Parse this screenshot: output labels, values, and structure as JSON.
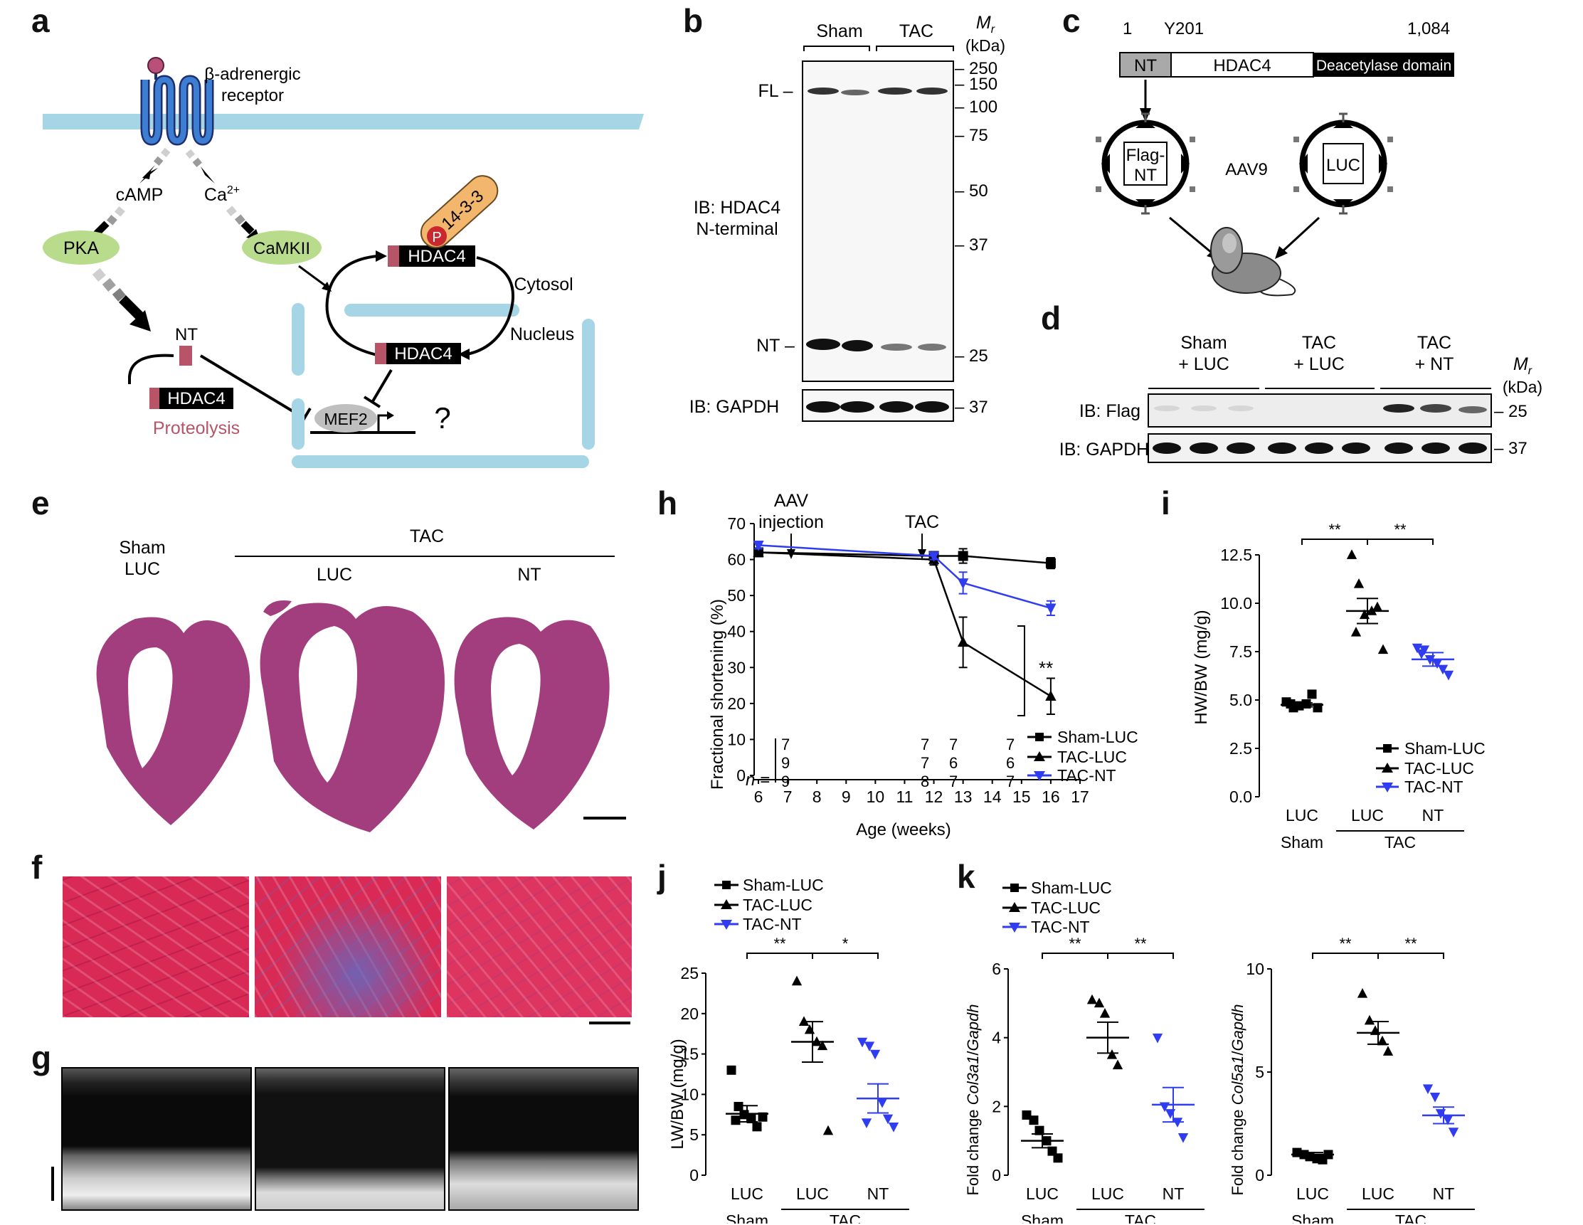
{
  "panel_labels": {
    "a": "a",
    "b": "b",
    "c": "c",
    "d": "d",
    "e": "e",
    "f": "f",
    "g": "g",
    "h": "h",
    "i": "i",
    "j": "j",
    "k": "k"
  },
  "colors": {
    "membrane": "#a6d6e6",
    "green": "#b8dc8c",
    "pink": "#b85468",
    "black": "#000000",
    "blue": "#2f3cf0",
    "orange": "#f2b66c",
    "red": "#c9282e",
    "stain_pink": "#d92a55",
    "heart": "#a33e7e"
  },
  "a": {
    "receptor": "β-adrenergic receptor",
    "receptor_line1": "β-adrenergic",
    "receptor_line2": "receptor",
    "camp": "cAMP",
    "ca": "Ca",
    "ca_sup": "2+",
    "pka": "PKA",
    "camkii": "CaMKII",
    "nt": "NT",
    "hdac4": "HDAC4",
    "proteolysis": "Proteolysis",
    "p": "P",
    "p1433": "14-3-3",
    "cytosol": "Cytosol",
    "nucleus": "Nucleus",
    "mef2": "MEF2",
    "question": "?"
  },
  "b": {
    "sham": "Sham",
    "tac": "TAC",
    "mr": "M",
    "mr_sub": "r",
    "kda": "(kDa)",
    "fl": "FL –",
    "nt": "NT –",
    "ib1": "IB: HDAC4",
    "ib1b": "N-terminal",
    "ib2": "IB: GAPDH",
    "markers": [
      "– 250",
      "– 150",
      "– 100",
      "– 75",
      "– 50",
      "– 37",
      "– 25"
    ],
    "gapdh_marker": "– 37"
  },
  "c": {
    "pos1": "1",
    "pos2": "Y201",
    "pos3": "1,084",
    "nt": "NT",
    "hdac4": "HDAC4",
    "domain": "Deacetylase domain",
    "flag1": "Flag-",
    "flag2": "NT",
    "luc": "LUC",
    "aav": "AAV9"
  },
  "d": {
    "g1a": "Sham",
    "g1b": "+ LUC",
    "g2a": "TAC",
    "g2b": "+ LUC",
    "g3a": "TAC",
    "g3b": "+ NT",
    "mr": "M",
    "mr_sub": "r",
    "kda": "(kDa)",
    "ib_flag": "IB: Flag",
    "ib_gapdh": "IB: GAPDH",
    "m25": "– 25",
    "m37": "– 37"
  },
  "e": {
    "sham1": "Sham",
    "sham2": "LUC",
    "tac": "TAC",
    "luc": "LUC",
    "nt": "NT"
  },
  "h": {
    "aav1": "AAV",
    "aav2": "injection",
    "tac": "TAC",
    "ylabel": "Fractional shortening (%)",
    "xlabel": "Age (weeks)",
    "n_label": "n =",
    "sig": "**",
    "n_rows": [
      [
        "7",
        "7",
        "7",
        "7"
      ],
      [
        "9",
        "7",
        "6",
        "6"
      ],
      [
        "9",
        "8",
        "7",
        "7"
      ]
    ],
    "legend": [
      "Sham-LUC",
      "TAC-LUC",
      "TAC-NT"
    ]
  },
  "i": {
    "ylabel": "HW/BW (mg/g)",
    "sig1": "**",
    "sig2": "**",
    "cats": [
      "LUC",
      "LUC",
      "NT"
    ],
    "group1": "Sham",
    "group2": "TAC",
    "legend": [
      "Sham-LUC",
      "TAC-LUC",
      "TAC-NT"
    ]
  },
  "j": {
    "ylabel": "LW/BW (mg/g)",
    "sig1": "**",
    "sig2": "*",
    "cats": [
      "LUC",
      "LUC",
      "NT"
    ],
    "group1": "Sham",
    "group2": "TAC",
    "legend": [
      "Sham-LUC",
      "TAC-LUC",
      "TAC-NT"
    ]
  },
  "k": {
    "ylabel1_pre": "Fold change ",
    "ylabel1_gene": "Col3a1",
    "ylabel1_sep": "/",
    "ylabel1_ref": "Gapdh",
    "ylabel2_pre": "Fold change ",
    "ylabel2_gene": "Col5a1",
    "ylabel2_sep": "/",
    "ylabel2_ref": "Gapdh",
    "sig": "**",
    "cats": [
      "LUC",
      "LUC",
      "NT"
    ],
    "group1": "Sham",
    "group2": "TAC",
    "legend": [
      "Sham-LUC",
      "TAC-LUC",
      "TAC-NT"
    ]
  },
  "chart_data": [
    {
      "type": "line",
      "panel": "h",
      "xlabel": "Age (weeks)",
      "ylabel": "Fractional shortening (%)",
      "xlim": [
        6,
        17
      ],
      "ylim": [
        0,
        70
      ],
      "xticks": [
        6,
        7,
        8,
        9,
        10,
        11,
        12,
        13,
        14,
        15,
        16,
        17
      ],
      "yticks": [
        0,
        10,
        20,
        30,
        40,
        50,
        60,
        70
      ],
      "series": [
        {
          "name": "Sham-LUC",
          "marker": "square",
          "color": "#000000",
          "x": [
            6,
            12,
            13,
            16
          ],
          "y": [
            62,
            61,
            61,
            59
          ],
          "err": [
            1,
            1,
            2,
            1.5
          ]
        },
        {
          "name": "TAC-LUC",
          "marker": "triangle",
          "color": "#000000",
          "x": [
            6,
            12,
            13,
            16
          ],
          "y": [
            62,
            60,
            37,
            22
          ],
          "err": [
            1,
            1.5,
            7,
            5
          ]
        },
        {
          "name": "TAC-NT",
          "marker": "triangle-down",
          "color": "#2f3cf0",
          "x": [
            6,
            12,
            13,
            16
          ],
          "y": [
            64,
            61,
            53.5,
            46.5
          ],
          "err": [
            1,
            1,
            3,
            2
          ]
        }
      ]
    },
    {
      "type": "scatter",
      "panel": "i",
      "ylabel": "HW/BW (mg/g)",
      "ylim": [
        0,
        12.5
      ],
      "yticks": [
        0,
        2.5,
        5.0,
        7.5,
        10.0,
        12.5
      ],
      "categories": [
        "Sham LUC",
        "TAC LUC",
        "TAC NT"
      ],
      "series": [
        {
          "name": "Sham-LUC",
          "values": [
            4.9,
            4.6,
            4.7,
            4.8,
            5.3,
            4.6,
            4.8
          ],
          "mean": 4.75,
          "sem": 0.1
        },
        {
          "name": "TAC-LUC",
          "values": [
            12.5,
            11.0,
            9.4,
            9.6,
            9.8,
            7.6,
            8.5
          ],
          "mean": 9.6,
          "sem": 0.65
        },
        {
          "name": "TAC-NT",
          "values": [
            7.7,
            7.6,
            7.1,
            6.9,
            6.6,
            6.3,
            7.4
          ],
          "mean": 7.1,
          "sem": 0.35
        }
      ]
    },
    {
      "type": "scatter",
      "panel": "j",
      "ylabel": "LW/BW (mg/g)",
      "ylim": [
        0,
        25
      ],
      "yticks": [
        0,
        5,
        10,
        15,
        20,
        25
      ],
      "categories": [
        "Sham LUC",
        "TAC LUC",
        "TAC NT"
      ],
      "series": [
        {
          "name": "Sham-LUC",
          "values": [
            13,
            8.5,
            7.5,
            7,
            6,
            7.2,
            6.8
          ],
          "mean": 7.6,
          "sem": 1.0
        },
        {
          "name": "TAC-LUC",
          "values": [
            24,
            19,
            18,
            16.5,
            16,
            5.5
          ],
          "mean": 16.5,
          "sem": 2.5
        },
        {
          "name": "TAC-NT",
          "values": [
            16.5,
            16,
            15,
            9,
            7,
            6,
            6.5
          ],
          "mean": 9.5,
          "sem": 1.8
        }
      ]
    },
    {
      "type": "scatter",
      "panel": "k-left",
      "ylabel": "Fold change Col3a1/Gapdh",
      "ylim": [
        0,
        6
      ],
      "yticks": [
        0,
        2,
        4,
        6
      ],
      "categories": [
        "Sham LUC",
        "TAC LUC",
        "TAC NT"
      ],
      "series": [
        {
          "name": "Sham-LUC",
          "values": [
            1.75,
            1.6,
            1.3,
            1.0,
            0.7,
            0.5
          ],
          "mean": 1.0,
          "sem": 0.2
        },
        {
          "name": "TAC-LUC",
          "values": [
            5.1,
            5.0,
            4.7,
            3.5,
            3.2
          ],
          "mean": 4.0,
          "sem": 0.45
        },
        {
          "name": "TAC-NT",
          "values": [
            4.0,
            2.0,
            1.8,
            1.55,
            1.1
          ],
          "mean": 2.05,
          "sem": 0.5
        }
      ]
    },
    {
      "type": "scatter",
      "panel": "k-right",
      "ylabel": "Fold change Col5a1/Gapdh",
      "ylim": [
        0,
        10
      ],
      "yticks": [
        0,
        5,
        10
      ],
      "categories": [
        "Sham LUC",
        "TAC LUC",
        "TAC NT"
      ],
      "series": [
        {
          "name": "Sham-LUC",
          "values": [
            1.1,
            1.0,
            0.9,
            0.8,
            0.75,
            1.0
          ],
          "mean": 1.0,
          "sem": 0.1
        },
        {
          "name": "TAC-LUC",
          "values": [
            8.8,
            7.5,
            7.0,
            6.5,
            6.0
          ],
          "mean": 6.9,
          "sem": 0.55
        },
        {
          "name": "TAC-NT",
          "values": [
            4.2,
            3.8,
            3.0,
            2.7,
            2.1
          ],
          "mean": 2.9,
          "sem": 0.4
        }
      ]
    }
  ]
}
